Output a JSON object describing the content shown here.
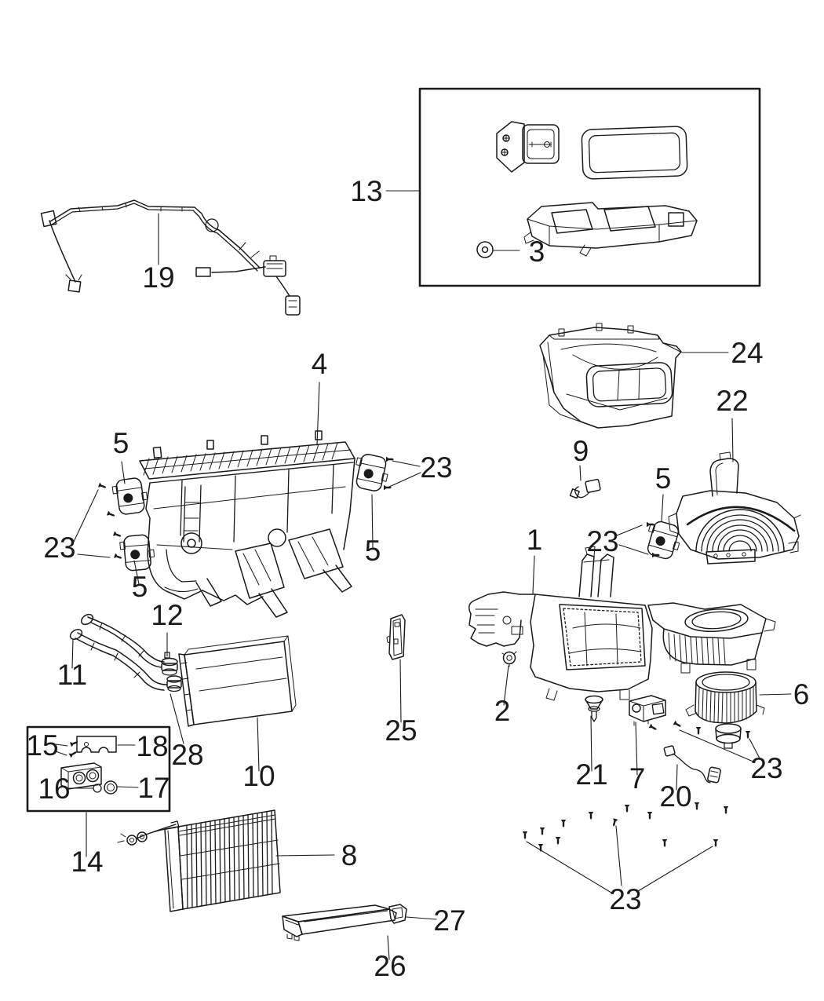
{
  "canvas": {
    "background": "#ffffff",
    "ink": "#1a1a1a"
  },
  "callouts": {
    "n1": "1",
    "n2": "2",
    "n3": "3",
    "n4": "4",
    "n5": "5",
    "n6": "6",
    "n7": "7",
    "n8": "8",
    "n9": "9",
    "n10": "10",
    "n11": "11",
    "n12": "12",
    "n13": "13",
    "n14": "14",
    "n15": "15",
    "n16": "16",
    "n17": "17",
    "n18": "18",
    "n19": "19",
    "n20": "20",
    "n21": "21",
    "n22": "22",
    "n23": "23",
    "n24": "24",
    "n25": "25",
    "n26": "26",
    "n27": "27",
    "n28": "28"
  }
}
